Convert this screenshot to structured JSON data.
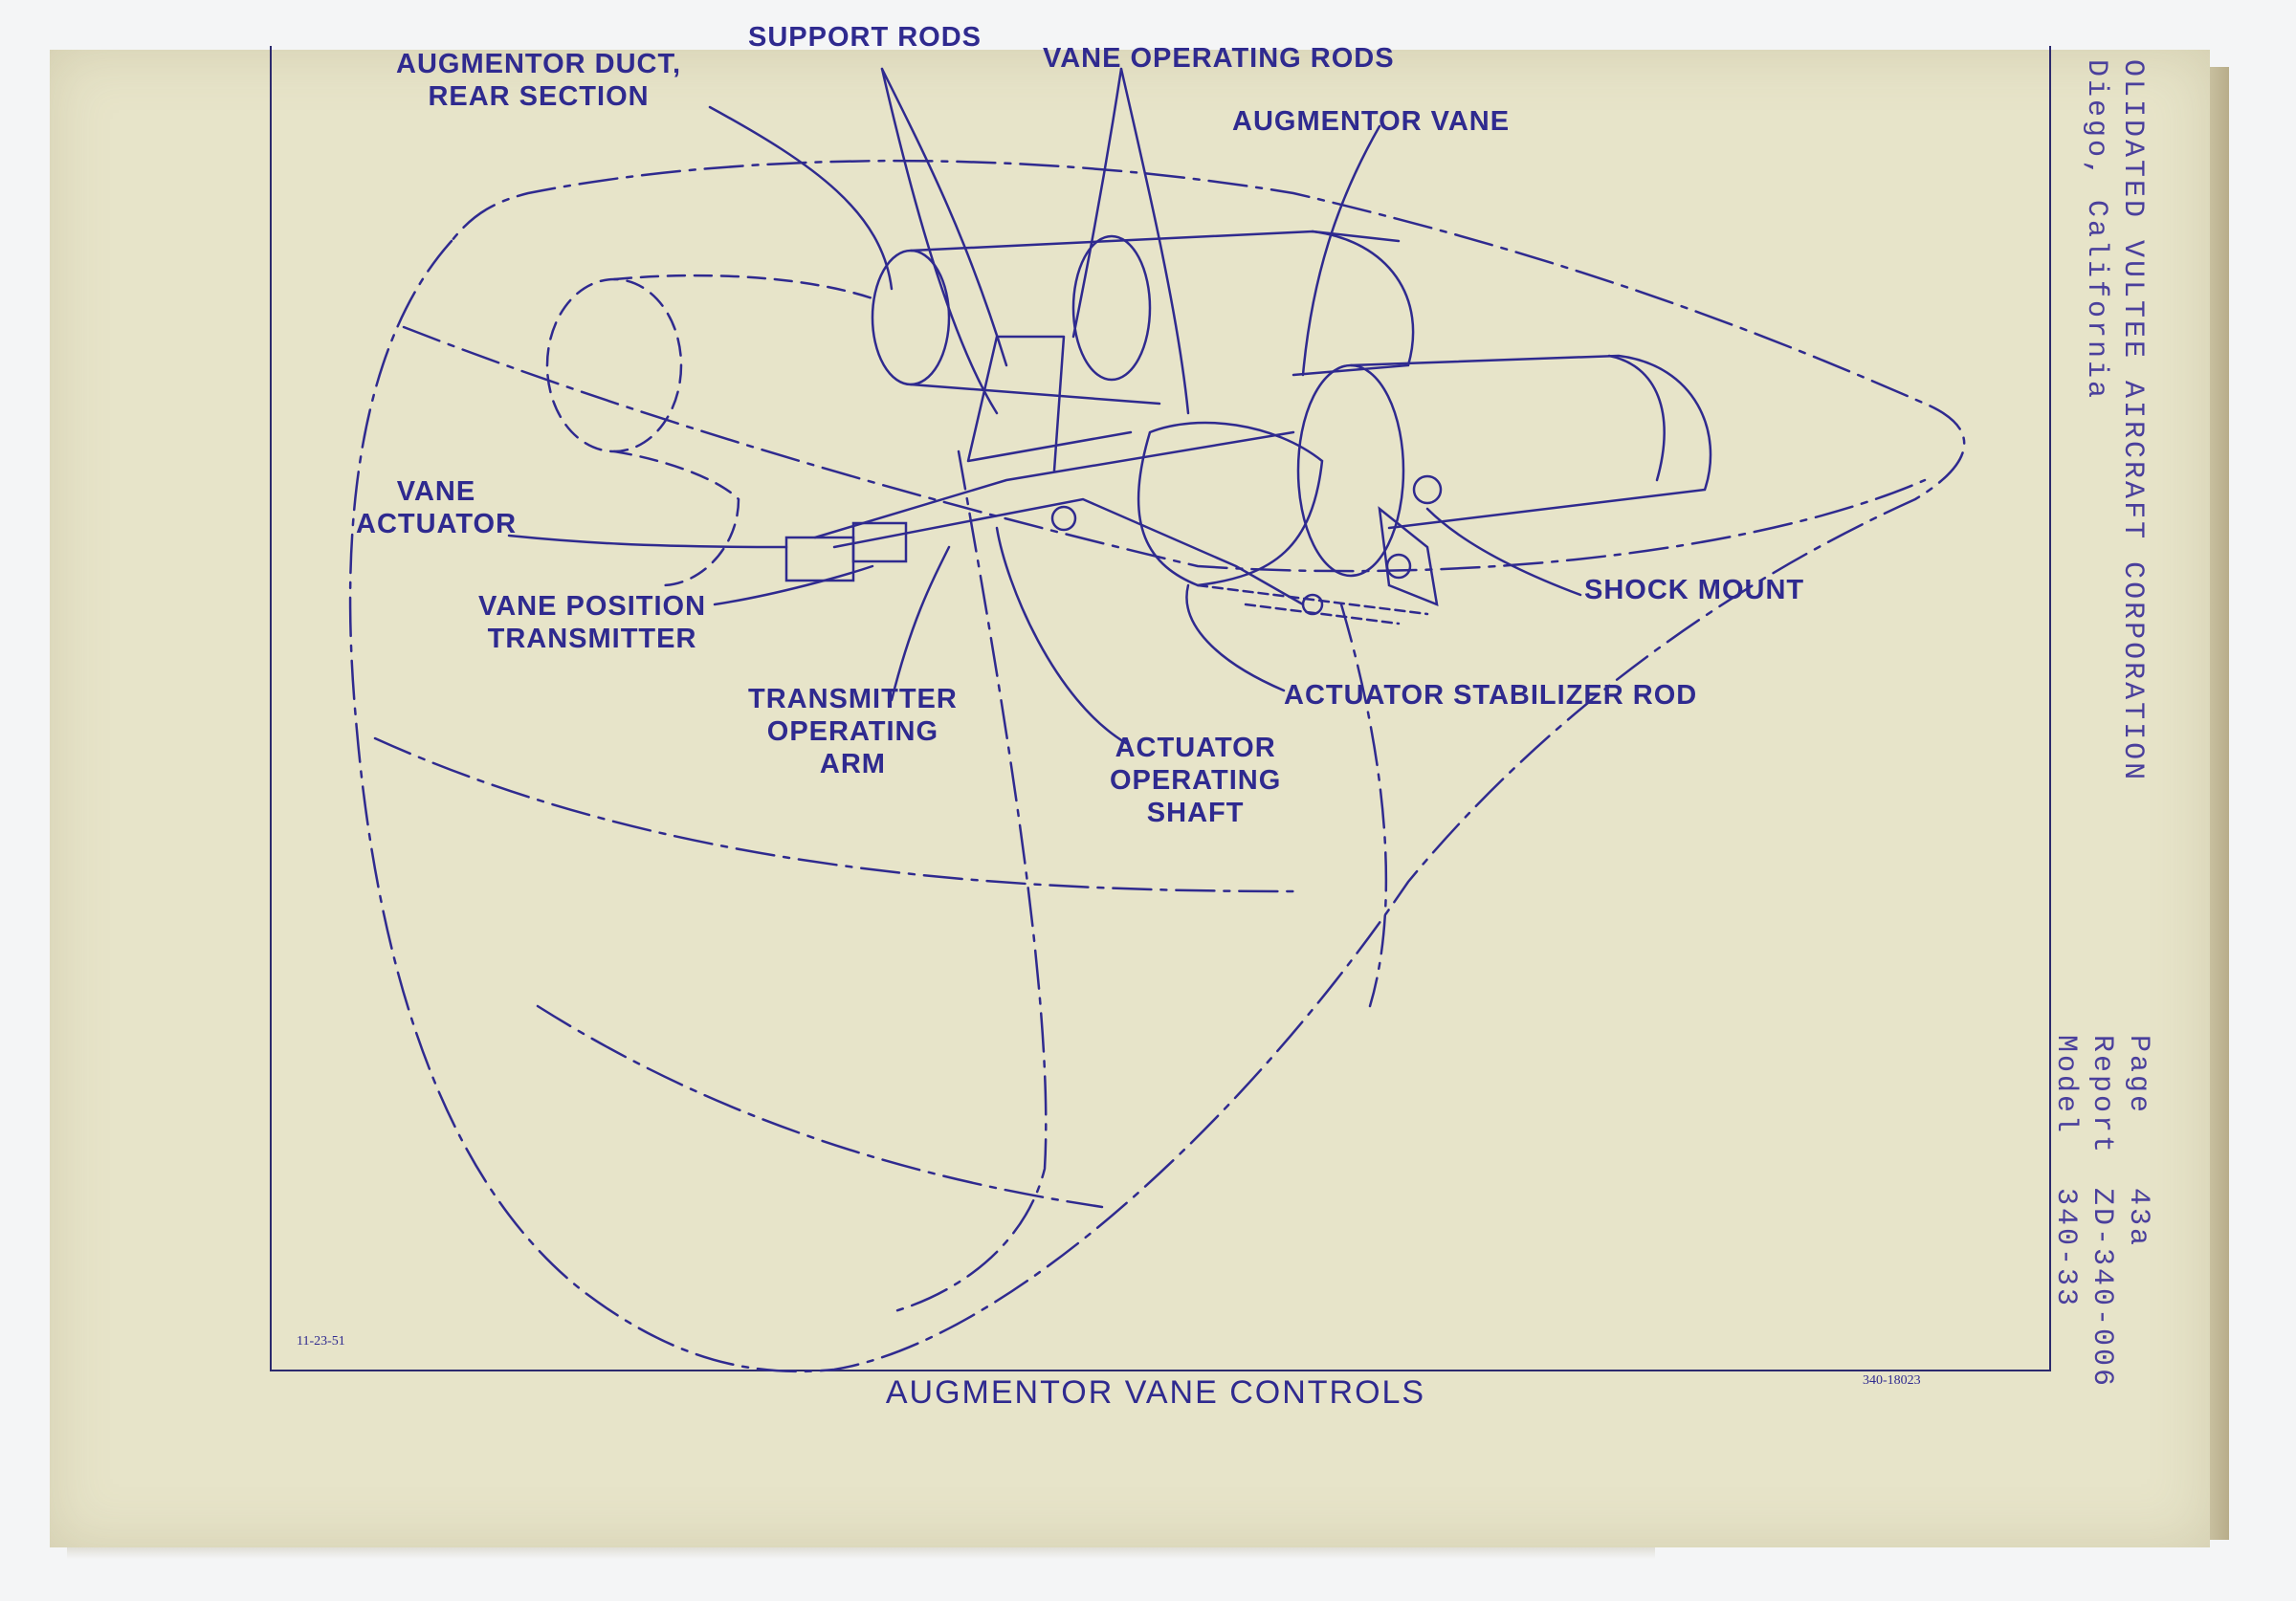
{
  "drawing": {
    "labels": {
      "support_rods": "SUPPORT RODS",
      "vane_operating_rods": "VANE OPERATING RODS",
      "augmentor_duct_rear": "AUGMENTOR DUCT,\nREAR SECTION",
      "augmentor_vane": "AUGMENTOR VANE",
      "vane_actuator": "VANE\nACTUATOR",
      "vane_position_transmitter": "VANE POSITION\nTRANSMITTER",
      "transmitter_operating_arm": "TRANSMITTER\nOPERATING\nARM",
      "actuator_operating_shaft": "ACTUATOR\nOPERATING\nSHAFT",
      "shock_mount": "SHOCK MOUNT",
      "actuator_stabilizer_rod": "ACTUATOR STABILIZER ROD"
    },
    "caption": "AUGMENTOR VANE CONTROLS",
    "date_code": "11-23-51",
    "drawing_number": "340-18023",
    "line_color": "#2f2a8f"
  },
  "margin": {
    "company_line_1": "OLIDATED VULTEE AIRCRAFT CORPORATION",
    "company_line_2": "Diego, California",
    "page_label": "Page",
    "page_value": "43a",
    "report_label": "Report",
    "report_value": "ZD-340-006",
    "model_label": "Model",
    "model_value": "340-33"
  }
}
